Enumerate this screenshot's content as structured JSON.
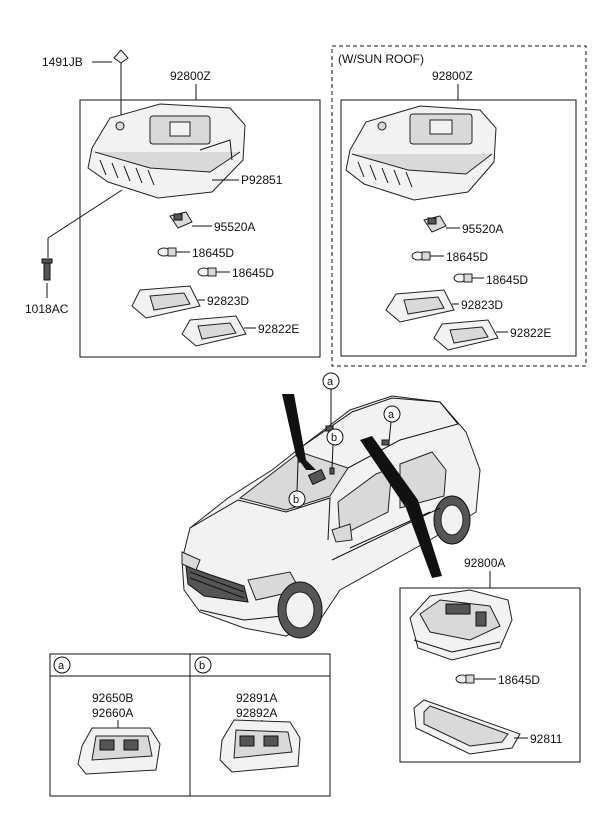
{
  "left_group": {
    "top_label": "1491JB",
    "assembly_label": "92800Z",
    "side_label": "1018AC",
    "parts": [
      "P92851",
      "95520A",
      "18645D",
      "18645D",
      "92823D",
      "92822E"
    ]
  },
  "right_group": {
    "title": "(W/SUN ROOF)",
    "assembly_label": "92800Z",
    "parts": [
      "95520A",
      "18645D",
      "18645D",
      "92823D",
      "92822E"
    ]
  },
  "vehicle": {
    "callouts": [
      "a",
      "b",
      "b",
      "a"
    ]
  },
  "rear_lamp_group": {
    "assembly_label": "92800A",
    "parts": [
      "18645D",
      "92811"
    ]
  },
  "detail_table": {
    "col_a": {
      "marker": "a",
      "labels": [
        "92650B",
        "92660A"
      ]
    },
    "col_b": {
      "marker": "b",
      "labels": [
        "92891A",
        "92892A"
      ]
    }
  }
}
